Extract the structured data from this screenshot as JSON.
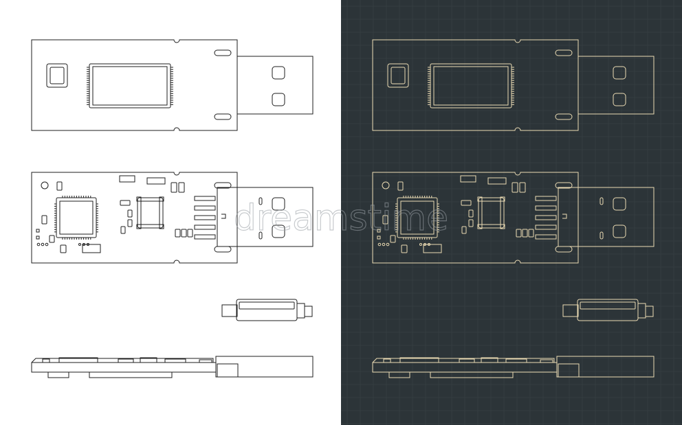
{
  "colors": {
    "light_background": "#ffffff",
    "light_stroke": "#1e1e1e",
    "dark_background": "#2c3438",
    "dark_grid": "#3a4347",
    "dark_stroke": "#ecdcb4",
    "watermark": "#9aa0a6"
  },
  "panels": [
    {
      "id": "light",
      "theme": "light"
    },
    {
      "id": "dark",
      "theme": "dark"
    }
  ],
  "views": [
    "top-view-housing",
    "pcb-top-view",
    "end-view",
    "side-view"
  ],
  "watermark": {
    "text": "dreamstime"
  }
}
